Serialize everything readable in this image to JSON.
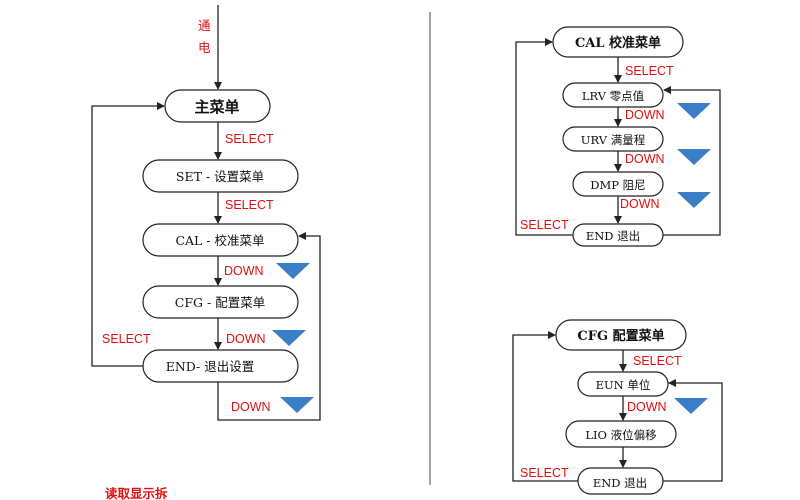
{
  "colors": {
    "label_red": "#e01010",
    "triangle_blue": "#3a7ec8",
    "line": "#222222"
  },
  "power_on": {
    "char1": "通",
    "char2": "电"
  },
  "main_menu": {
    "title": "主菜单",
    "select1": "SELECT",
    "set_node": "SET - 设置菜单",
    "select2": "SELECT",
    "cal_node": "CAL - 校准菜单",
    "down1": "DOWN",
    "cfg_node": "CFG - 配置菜单",
    "down2": "DOWN",
    "select3": "SELECT",
    "end_node": "END- 退出设置",
    "down3": "DOWN"
  },
  "cal_menu": {
    "title": "CAL 校准菜单",
    "select1": "SELECT",
    "lrv_node": "LRV 零点值",
    "down1": "DOWN",
    "urv_node": "URV 满量程",
    "down2": "DOWN",
    "dmp_node": "DMP 阻尼",
    "down3": "DOWN",
    "select2": "SELECT",
    "end_node": "END 退出"
  },
  "cfg_menu": {
    "title": "CFG 配置菜单",
    "select1": "SELECT",
    "eun_node": "EUN 单位",
    "down1": "DOWN",
    "lio_node": "LIO 液位偏移",
    "select2": "SELECT",
    "end_node": "END 退出"
  },
  "footer_partial": "读取显示拆"
}
